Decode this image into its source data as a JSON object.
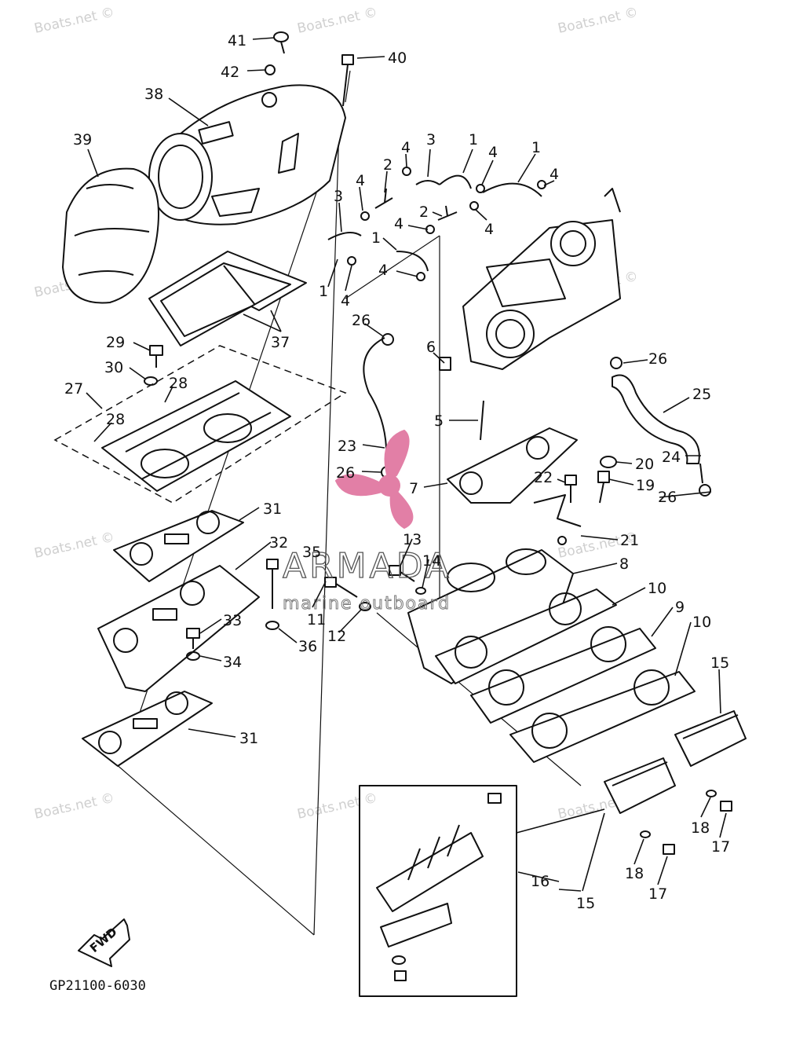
{
  "diagram_code": "GP21100-6030",
  "fwd_label": "FWD",
  "watermark_text": "Boats.net ©",
  "brand": {
    "name": "ARMADA",
    "subtitle": "marine outboard",
    "color": "#e27fa6"
  },
  "callouts": [
    {
      "id": "c41",
      "label": "41"
    },
    {
      "id": "c42",
      "label": "42"
    },
    {
      "id": "c40",
      "label": "40"
    },
    {
      "id": "c38",
      "label": "38"
    },
    {
      "id": "c39",
      "label": "39"
    },
    {
      "id": "c3a",
      "label": "3"
    },
    {
      "id": "c1a",
      "label": "1"
    },
    {
      "id": "c4a",
      "label": "4"
    },
    {
      "id": "c1b",
      "label": "1"
    },
    {
      "id": "c4b",
      "label": "4"
    },
    {
      "id": "c2a",
      "label": "2"
    },
    {
      "id": "c4c",
      "label": "4"
    },
    {
      "id": "c4d",
      "label": "4"
    },
    {
      "id": "c3b",
      "label": "3"
    },
    {
      "id": "c2b",
      "label": "2"
    },
    {
      "id": "c4e",
      "label": "4"
    },
    {
      "id": "c4f",
      "label": "4"
    },
    {
      "id": "c1c",
      "label": "1"
    },
    {
      "id": "c4g",
      "label": "4"
    },
    {
      "id": "c1d",
      "label": "1"
    },
    {
      "id": "c4h",
      "label": "4"
    },
    {
      "id": "c26a",
      "label": "26"
    },
    {
      "id": "c37",
      "label": "37"
    },
    {
      "id": "c29",
      "label": "29"
    },
    {
      "id": "c30",
      "label": "30"
    },
    {
      "id": "c28a",
      "label": "28"
    },
    {
      "id": "c27",
      "label": "27"
    },
    {
      "id": "c28b",
      "label": "28"
    },
    {
      "id": "c6",
      "label": "6"
    },
    {
      "id": "c26b",
      "label": "26"
    },
    {
      "id": "c25",
      "label": "25"
    },
    {
      "id": "c5",
      "label": "5"
    },
    {
      "id": "c23",
      "label": "23"
    },
    {
      "id": "c26c",
      "label": "26"
    },
    {
      "id": "c7",
      "label": "7"
    },
    {
      "id": "c20",
      "label": "20"
    },
    {
      "id": "c24",
      "label": "24"
    },
    {
      "id": "c22",
      "label": "22"
    },
    {
      "id": "c19",
      "label": "19"
    },
    {
      "id": "c26d",
      "label": "26"
    },
    {
      "id": "c31a",
      "label": "31"
    },
    {
      "id": "c21",
      "label": "21"
    },
    {
      "id": "c32",
      "label": "32"
    },
    {
      "id": "c35",
      "label": "35"
    },
    {
      "id": "c13",
      "label": "13"
    },
    {
      "id": "c14",
      "label": "14"
    },
    {
      "id": "c8",
      "label": "8"
    },
    {
      "id": "c10a",
      "label": "10"
    },
    {
      "id": "c11",
      "label": "11"
    },
    {
      "id": "c12",
      "label": "12"
    },
    {
      "id": "c36",
      "label": "36"
    },
    {
      "id": "c9",
      "label": "9"
    },
    {
      "id": "c33",
      "label": "33"
    },
    {
      "id": "c34",
      "label": "34"
    },
    {
      "id": "c10b",
      "label": "10"
    },
    {
      "id": "c15a",
      "label": "15"
    },
    {
      "id": "c31b",
      "label": "31"
    },
    {
      "id": "c18a",
      "label": "18"
    },
    {
      "id": "c17a",
      "label": "17"
    },
    {
      "id": "c16",
      "label": "16"
    },
    {
      "id": "c18b",
      "label": "18"
    },
    {
      "id": "c17b",
      "label": "17"
    },
    {
      "id": "c15b",
      "label": "15"
    }
  ]
}
